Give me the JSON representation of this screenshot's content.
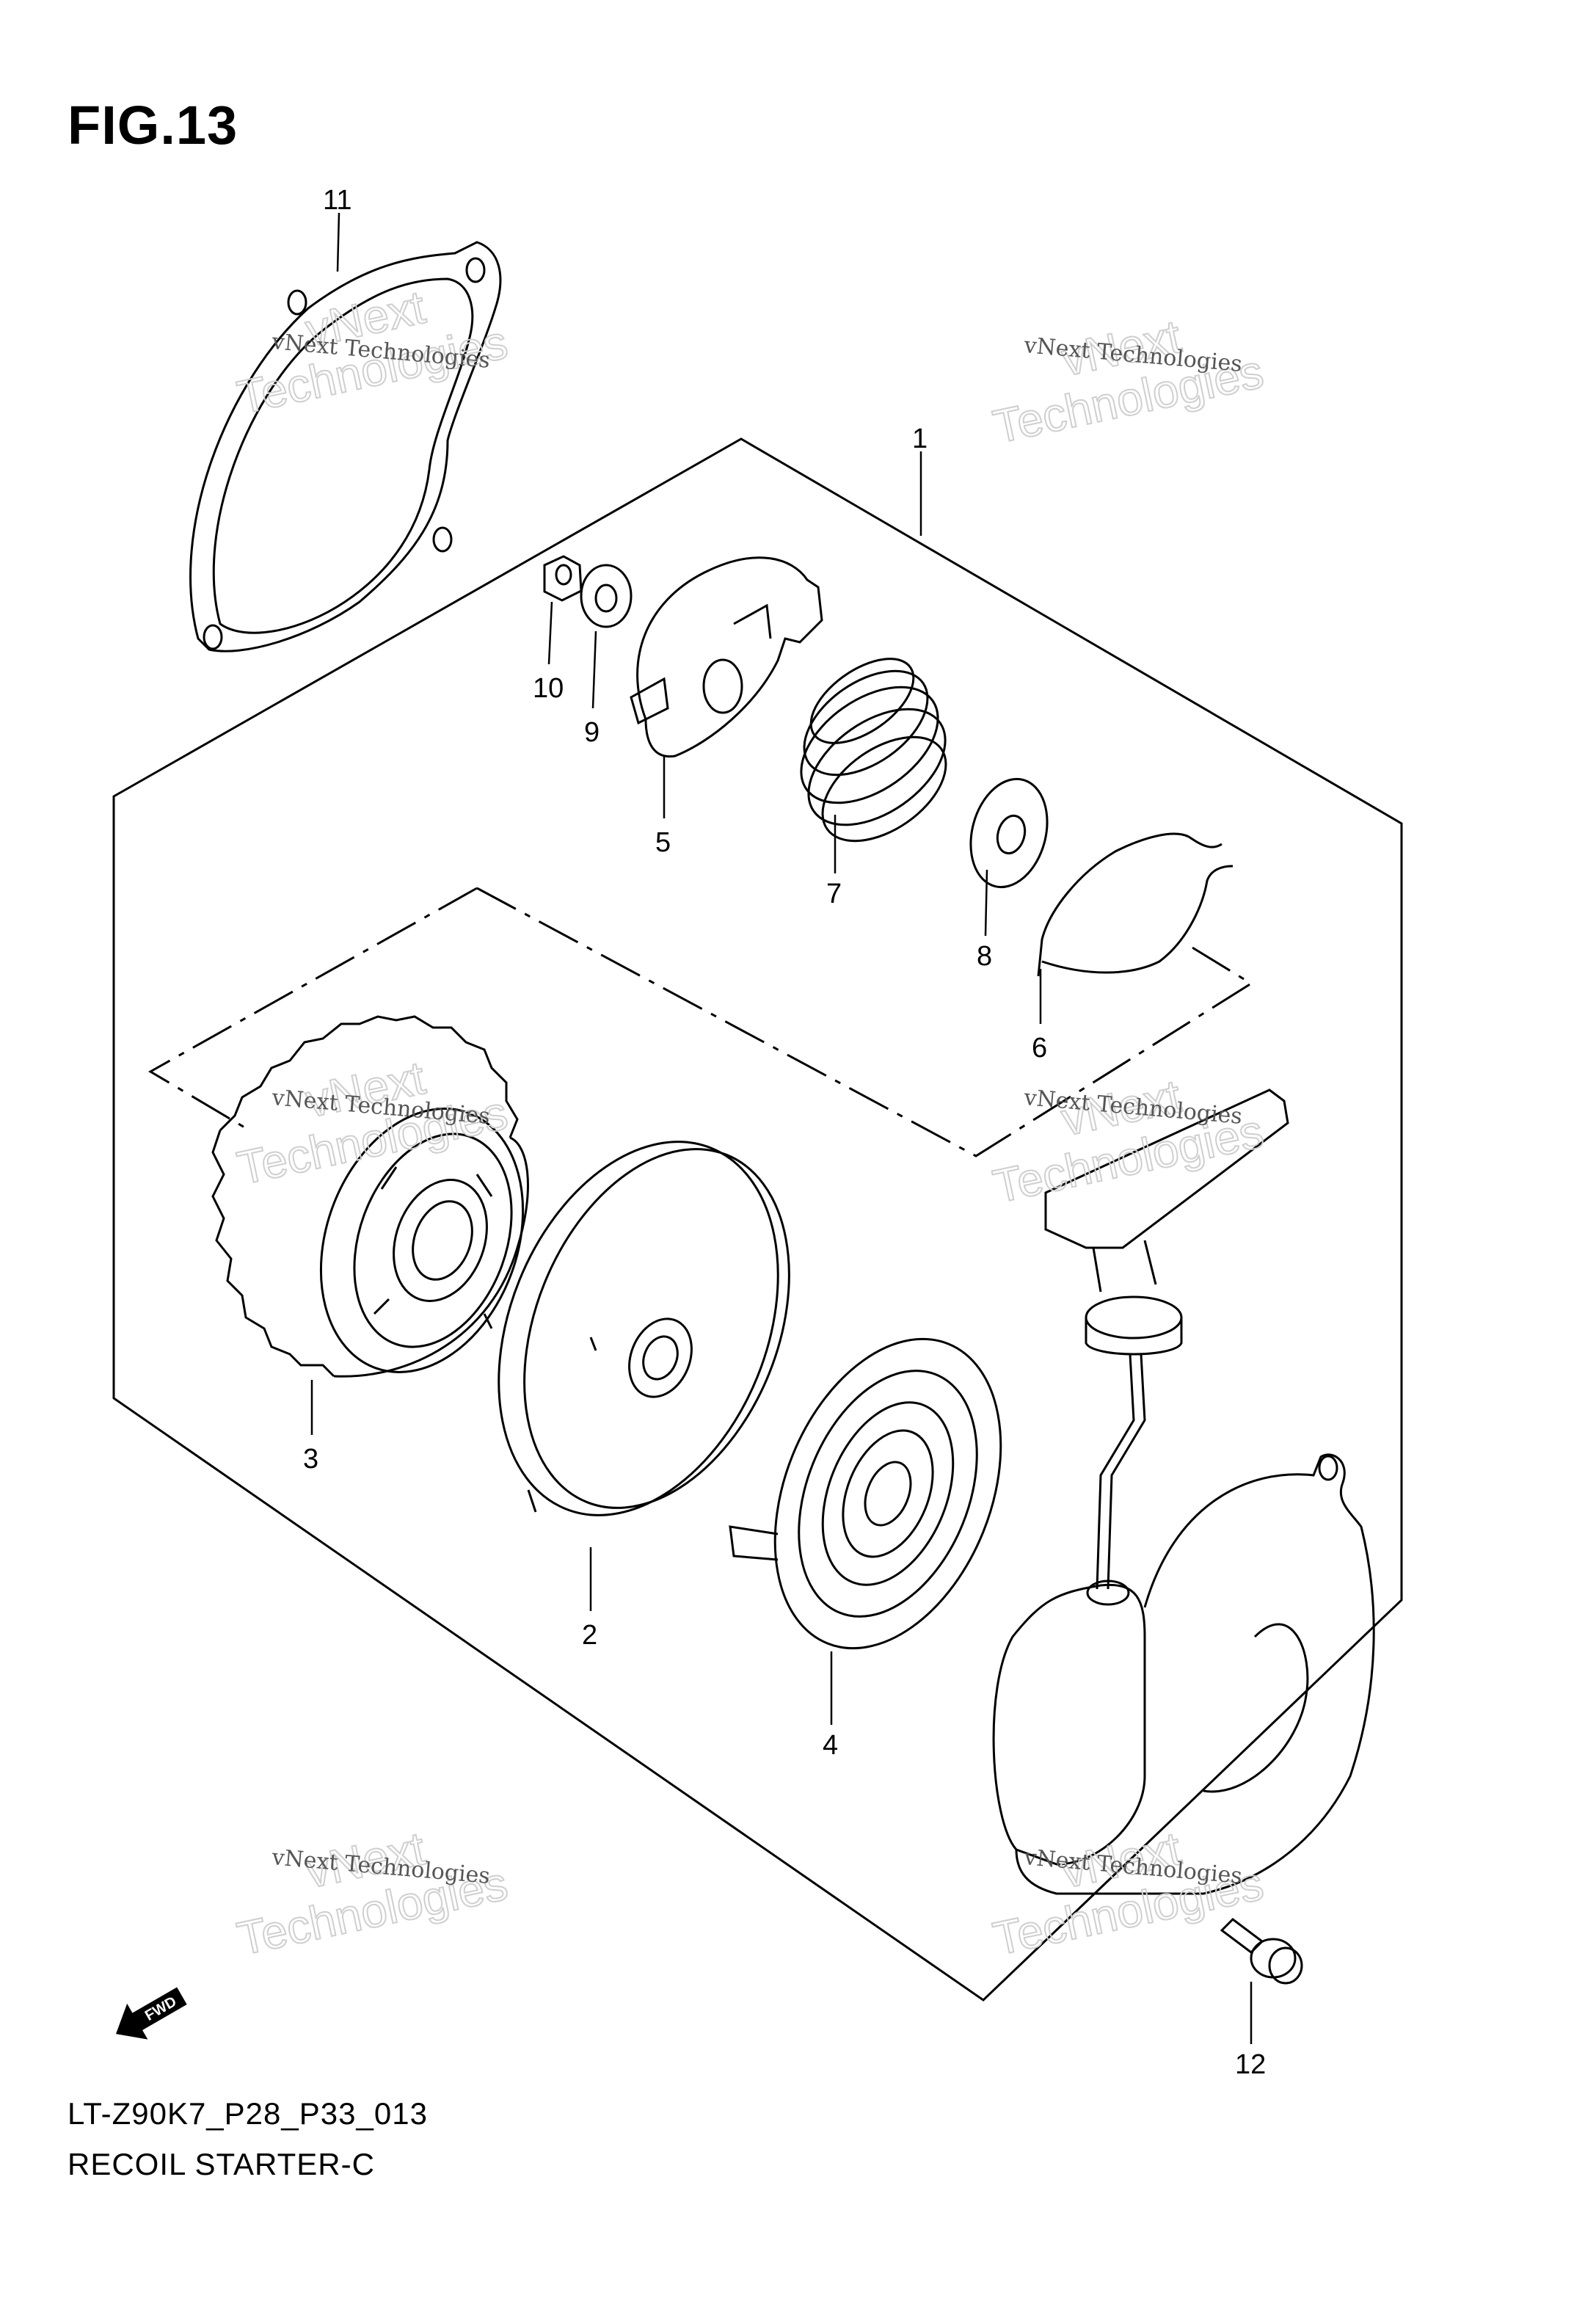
{
  "title": "FIG.13",
  "footer": {
    "code": "LT-Z90K7_P28_P33_013",
    "name": "RECOIL STARTER-C"
  },
  "fwd_label": "FWD",
  "watermark": {
    "line1": "vNext",
    "line2": "Technologies",
    "small": "vNext Technologies"
  },
  "callouts": [
    "1",
    "2",
    "3",
    "4",
    "5",
    "6",
    "7",
    "8",
    "9",
    "10",
    "11",
    "12"
  ]
}
